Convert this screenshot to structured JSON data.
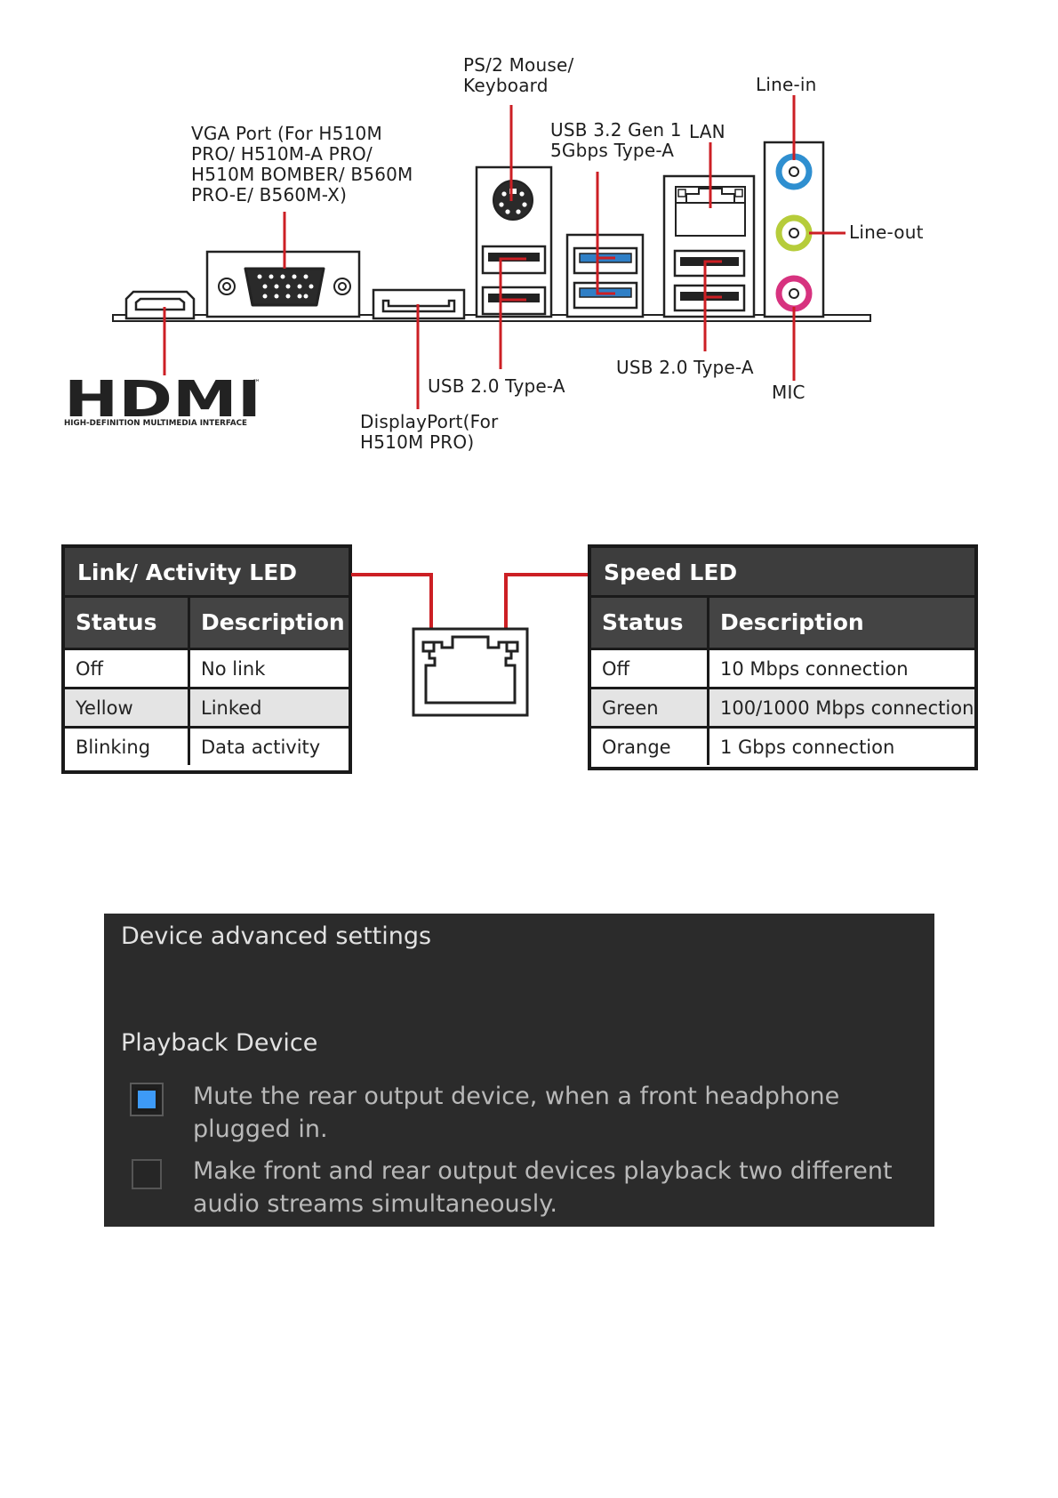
{
  "labels": {
    "ps2": "PS/2 Mouse/\nKeyboard",
    "vga": "VGA Port (For H510M\nPRO/ H510M-A PRO/\nH510M BOMBER/ B560M\nPRO-E/ B560M-X)",
    "usb32": "USB 3.2 Gen 1\n5Gbps Type-A",
    "lan": "LAN",
    "line_in": "Line-in",
    "line_out": "Line-out",
    "usb20_a": "USB 2.0 Type-A",
    "usb20_b": "USB 2.0 Type-A",
    "mic": "MIC",
    "displayport": "DisplayPort(For\nH510M PRO)",
    "hdmi_logo": "HDMI",
    "hdmi_sub": "HIGH-DEFINITION MULTIMEDIA INTERFACE"
  },
  "colors": {
    "leader": "#cc1f24",
    "line_in": "#2f8fd0",
    "line_out": "#b6cc3a",
    "mic": "#d7327f",
    "usb3": "#2f7fc6",
    "checkbox_accent": "#3d9af7"
  },
  "link_led": {
    "title": "Link/ Activity LED",
    "headers": [
      "Status",
      "Description"
    ],
    "rows": [
      [
        "Off",
        "No link"
      ],
      [
        "Yellow",
        "Linked"
      ],
      [
        "Blinking",
        "Data activity"
      ]
    ]
  },
  "speed_led": {
    "title": "Speed LED",
    "headers": [
      "Status",
      "Description"
    ],
    "rows": [
      [
        "Off",
        "10 Mbps connection"
      ],
      [
        "Green",
        "100/1000 Mbps connection"
      ],
      [
        "Orange",
        "1 Gbps connection"
      ]
    ]
  },
  "settings": {
    "title": "Device advanced settings",
    "section": "Playback Device",
    "options": [
      {
        "label": "Mute the rear output device, when a front headphone plugged in.",
        "checked": true
      },
      {
        "label": "Make front and rear output devices playback two different audio streams simultaneously.",
        "checked": false
      }
    ]
  }
}
